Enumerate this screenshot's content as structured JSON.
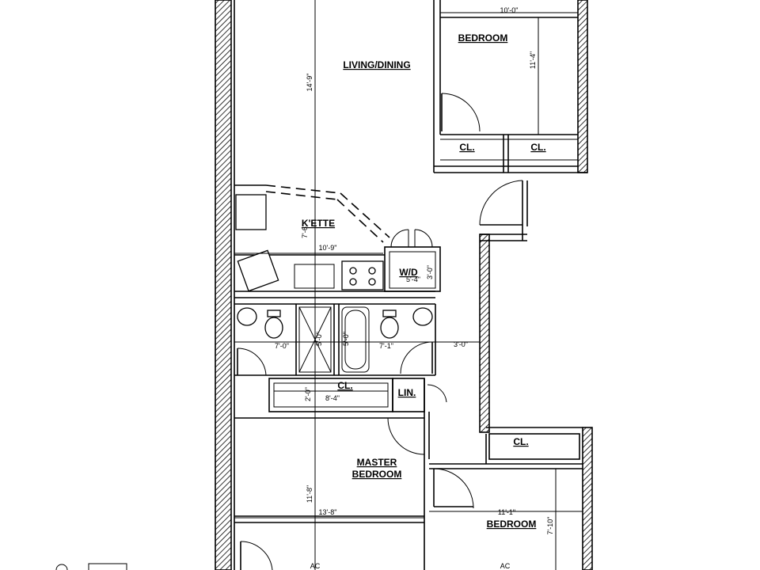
{
  "rooms": {
    "living": "LIVING/DINING",
    "bedroom_top": "BEDROOM",
    "kitchen": "K'ETTE",
    "washer_dryer": "W/D",
    "closet_a": "CL.",
    "closet_b": "CL.",
    "closet_hall": "CL.",
    "closet_right": "CL.",
    "linen": "LIN.",
    "master_line1": "MASTER",
    "master_line2": "BEDROOM",
    "bedroom_bottom": "BEDROOM",
    "ac_left": "AC",
    "ac_right": "AC"
  },
  "dimensions": {
    "bedroom_top_width": "10'-0\"",
    "bedroom_top_depth": "11'-4\"",
    "living_depth": "14'-9\"",
    "kitchen_depth": "7'-6\"",
    "kitchen_width": "10'-9\"",
    "wd_size": "5'-4\"",
    "wd_depth": "3'-0\"",
    "bath_left_width": "7'-0\"",
    "bath_left_depth": "5'-0\"",
    "bath_right_depth": "5'-0\"",
    "bath_right_width": "7'-1\"",
    "hall_width": "3'-0\"",
    "closet_depth": "2'-0\"",
    "closet_width": "8'-4\"",
    "master_depth": "11'-8\"",
    "master_width": "13'-8\"",
    "bedroom_bottom_width": "11'-1\"",
    "bedroom_bottom_depth": "7'-10\""
  }
}
